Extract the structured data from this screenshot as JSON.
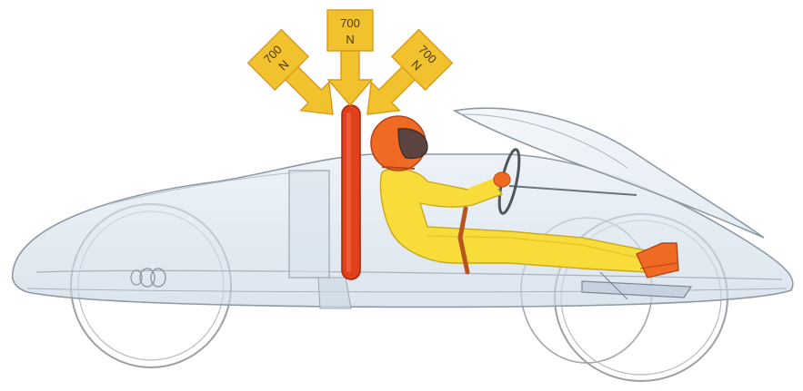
{
  "forces": [
    {
      "value": "700",
      "unit": "N"
    },
    {
      "value": "700",
      "unit": "N"
    },
    {
      "value": "700",
      "unit": "N"
    }
  ],
  "colors": {
    "arrow_fill": "#f2c12e",
    "arrow_stroke": "#d89a1c",
    "roll_bar": "#e0411c",
    "helmet": "#f06a24",
    "suit": "#f7dc3a",
    "body_shell": "#d6e3ee",
    "wheel_line": "#9aa0a6"
  }
}
